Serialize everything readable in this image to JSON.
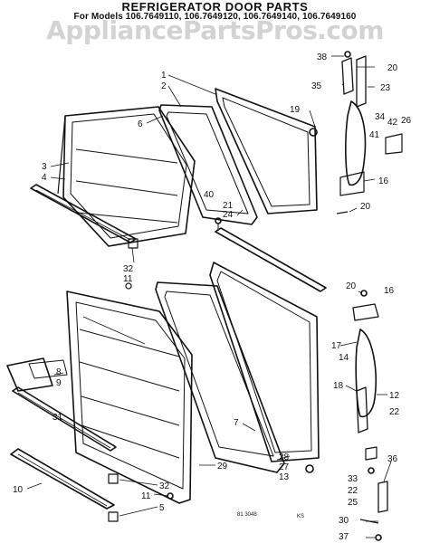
{
  "header": {
    "title": "REFRIGERATOR DOOR PARTS",
    "models": "For Models 106.7649110, 106.7649120, 106.7649140, 106.7649160"
  },
  "watermark": "AppliancePartsPros.com",
  "callouts": {
    "c1": "1",
    "c2": "2",
    "c6": "6",
    "c3": "3",
    "c4": "4",
    "c40": "40",
    "c21": "21",
    "c24": "24",
    "c32a": "32",
    "c11a": "11",
    "c19": "19",
    "c38": "38",
    "c20a": "20",
    "c35": "35",
    "c23": "23",
    "c34": "34",
    "c42": "42",
    "c26": "26",
    "c41": "41",
    "c16a": "16",
    "c20b": "20",
    "c20c": "20",
    "c16b": "16",
    "c17": "17",
    "c14": "14",
    "c12": "12",
    "c18": "18",
    "c22a": "22",
    "c8": "8",
    "c9": "9",
    "c31": "31",
    "c7": "7",
    "c29": "29",
    "c28": "28",
    "c27": "27",
    "c13": "13",
    "c10": "10",
    "c32b": "32",
    "c11b": "11",
    "c5": "5",
    "c36": "36",
    "c33": "33",
    "c22b": "22",
    "c25": "25",
    "c30": "30",
    "c37": "37"
  },
  "footer": {
    "code_left": "81 3048",
    "code_right": "KS"
  }
}
